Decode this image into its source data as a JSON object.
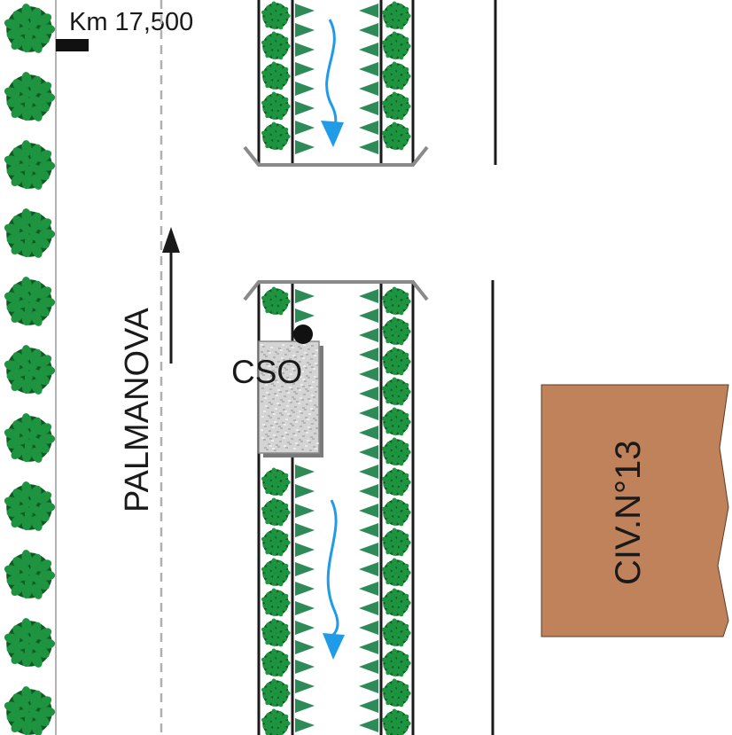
{
  "labels": {
    "km": "Km 17,500",
    "direction": "PALMANOVA",
    "cso": "CSO",
    "building": "CIV.N°13"
  },
  "colors": {
    "tree": "#1e9440",
    "tree_dark": "#0d5a22",
    "reed": "#2e8b57",
    "flow": "#1f9be8",
    "building": "#c0825b",
    "frame": "#8a8a8a",
    "box": "#d4d4d4",
    "line": "#1a1a1a",
    "dash": "#b0b0b0"
  },
  "icons": {
    "tree": "shrub-icon",
    "reed": "reed-triangle-icon",
    "flow": "water-flow-arrow-icon",
    "direction": "direction-arrow-icon"
  }
}
